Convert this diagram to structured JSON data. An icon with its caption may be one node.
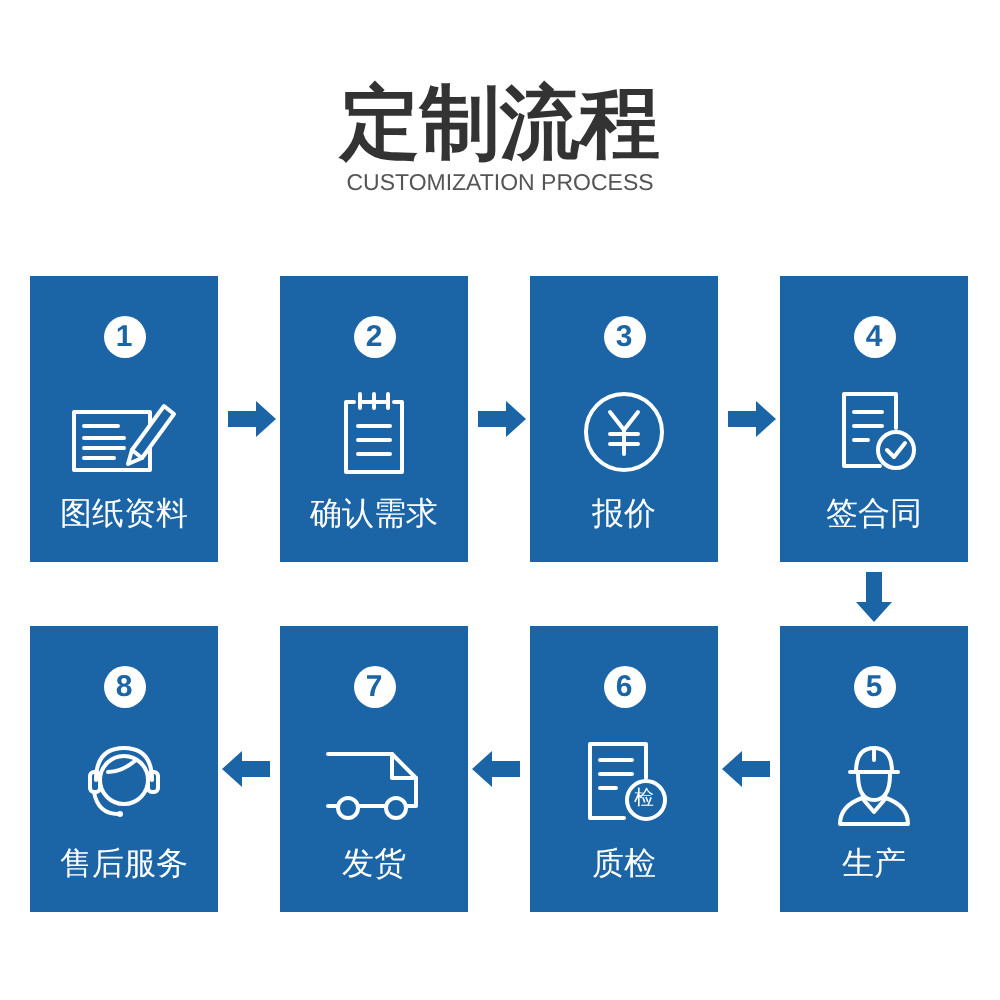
{
  "diagram": {
    "title": "定制流程",
    "nodes": [
      {
        "text": [
          "1",
          "图纸资料"
        ]
      },
      {
        "text": [
          "2",
          "确认需求"
        ]
      },
      {
        "text": [
          "3",
          "报价"
        ]
      },
      {
        "text": [
          "4",
          "签合同"
        ]
      },
      {
        "text": [
          "5",
          "生产"
        ]
      },
      {
        "text": [
          "6",
          "质检"
        ]
      },
      {
        "text": [
          "7",
          "发货"
        ]
      },
      {
        "text": [
          "8",
          "售后服务"
        ]
      }
    ],
    "edges": [
      {
        "from": 0,
        "to": 1,
        "arrow": "to"
      },
      {
        "from": 1,
        "to": 2,
        "arrow": "to"
      },
      {
        "from": 2,
        "to": 3,
        "arrow": "to"
      },
      {
        "from": 3,
        "to": 4,
        "arrow": "to"
      },
      {
        "from": 4,
        "to": 5,
        "arrow": "to"
      },
      {
        "from": 5,
        "to": 6,
        "arrow": "to"
      },
      {
        "from": 6,
        "to": 7,
        "arrow": "to"
      }
    ],
    "labels": [
      "CUSTOMIZATION PROCESS",
      "检"
    ]
  }
}
